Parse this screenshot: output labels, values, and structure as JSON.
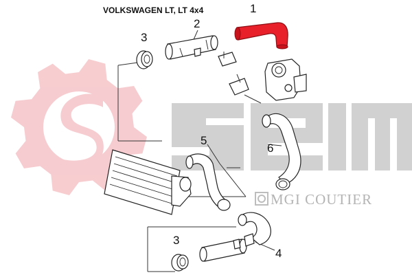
{
  "title": "VOLKSWAGEN LT, LT 4x4",
  "callouts": {
    "c1": "1",
    "c2": "2",
    "c3_top": "3",
    "c3_bottom": "3",
    "c4": "4",
    "c5": "5",
    "c6": "6"
  },
  "brand": {
    "wordmark": "seim",
    "subtitle": "MGI COUTIER"
  },
  "colors": {
    "highlight_part": "#e8202a",
    "watermark_gear": "#f6c4c8",
    "watermark_text": "#c8c8c8"
  }
}
